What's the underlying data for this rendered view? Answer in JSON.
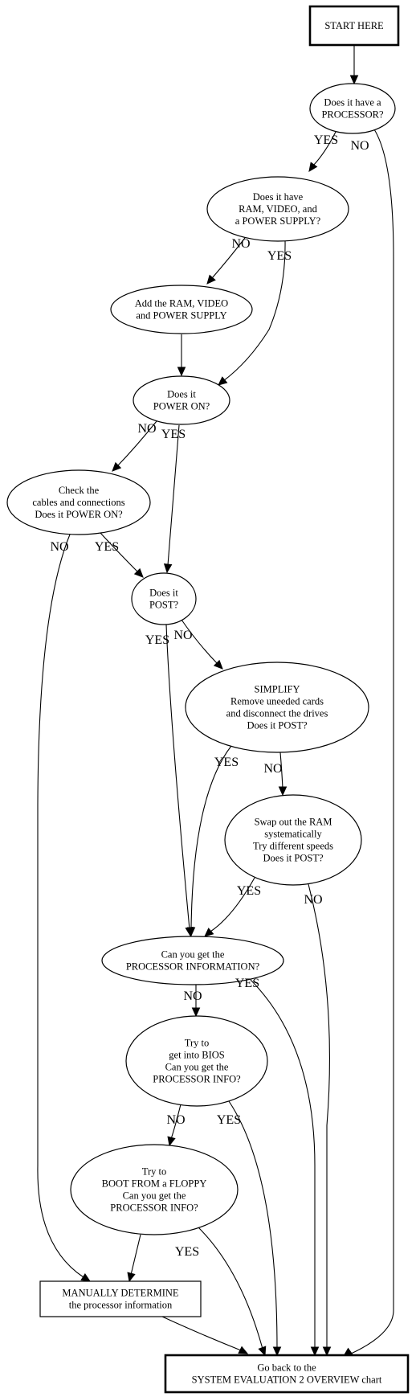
{
  "nodes": {
    "start": {
      "lines": [
        "START HERE"
      ]
    },
    "processor": {
      "lines": [
        "Does it have a",
        "PROCESSOR?"
      ]
    },
    "ram": {
      "lines": [
        "Does it have",
        "RAM, VIDEO, and",
        "a POWER SUPPLY?"
      ]
    },
    "add": {
      "lines": [
        "Add the RAM, VIDEO",
        "and POWER SUPPLY"
      ]
    },
    "power": {
      "lines": [
        "Does it",
        "POWER ON?"
      ]
    },
    "cables": {
      "lines": [
        "Check the",
        "cables and connections",
        "Does it POWER ON?"
      ]
    },
    "post": {
      "lines": [
        "Does it",
        "POST?"
      ]
    },
    "simplify": {
      "lines": [
        "SIMPLIFY",
        "Remove uneeded cards",
        "and disconnect the drives",
        "Does it POST?"
      ]
    },
    "swap": {
      "lines": [
        "Swap out the RAM",
        "systematically",
        "Try different speeds",
        "Does it POST?"
      ]
    },
    "procinfo": {
      "lines": [
        "Can you get the",
        "PROCESSOR INFORMATION?"
      ]
    },
    "bios": {
      "lines": [
        "Try to",
        "get into BIOS",
        "Can you get the",
        "PROCESSOR INFO?"
      ]
    },
    "floppy": {
      "lines": [
        "Try to",
        "BOOT FROM a FLOPPY",
        "Can you get the",
        "PROCESSOR INFO?"
      ]
    },
    "manual": {
      "lines": [
        "MANUALLY DETERMINE",
        "the processor information"
      ]
    },
    "goback": {
      "lines": [
        "Go back to the",
        "SYSTEM EVALUATION 2 OVERVIEW chart"
      ]
    }
  },
  "edges": {
    "start_processor": "",
    "processor_ram": "YES",
    "processor_goback": "NO",
    "ram_add": "NO",
    "ram_power": "YES",
    "add_power": "",
    "power_cables": "NO",
    "power_post": "YES",
    "cables_manual": "NO",
    "cables_post": "YES",
    "post_procinfo": "YES",
    "post_simplify": "NO",
    "simplify_procinfo": "YES",
    "simplify_swap": "NO",
    "swap_procinfo": "YES",
    "swap_goback": "NO",
    "procinfo_bios": "NO",
    "procinfo_goback": "YES",
    "bios_floppy": "NO",
    "bios_goback": "YES",
    "floppy_manual": "",
    "floppy_goback": "YES",
    "manual_goback": ""
  }
}
